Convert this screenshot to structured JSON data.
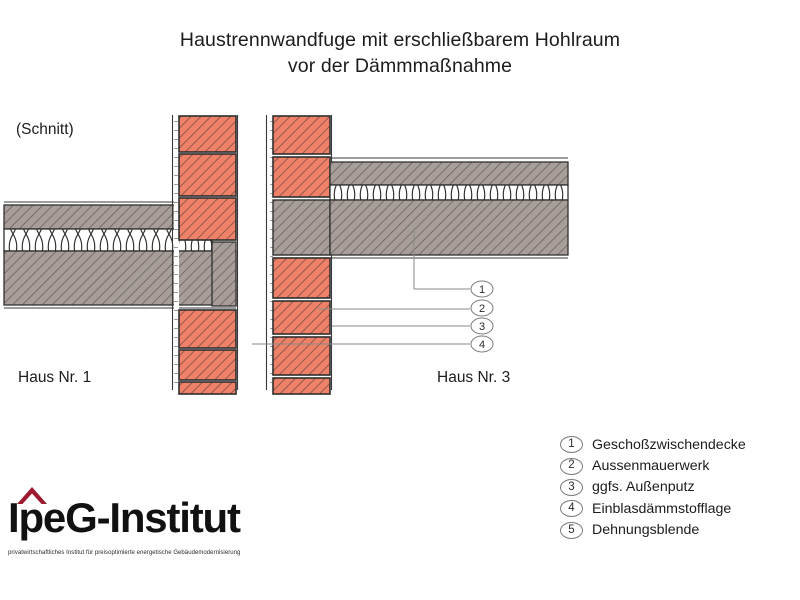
{
  "title": {
    "line1": "Haustrennwandfuge mit erschließbarem Hohlraum",
    "line2": "vor der Dämmmaßnahme"
  },
  "plan": {
    "section_note": "(Schnitt)",
    "house_left": "Haus Nr. 1",
    "house_right": "Haus Nr. 3"
  },
  "callouts": [
    {
      "num": "1"
    },
    {
      "num": "2"
    },
    {
      "num": "3"
    },
    {
      "num": "4"
    }
  ],
  "legend": {
    "items": [
      {
        "num": "1",
        "label": "Geschoßzwischendecke"
      },
      {
        "num": "2",
        "label": "Aussenmauerwerk"
      },
      {
        "num": "3",
        "label": "ggfs. Außenputz"
      },
      {
        "num": "4",
        "label": "Einblasdämmstofflage"
      },
      {
        "num": "5",
        "label": "Dehnungsblende"
      }
    ]
  },
  "logo": {
    "name_part1": "IpeG",
    "name_dash": "-",
    "name_part2": "Institut",
    "tagline": "privatwirtschaftliches Institut für preisoptimierte energetische Gebäudemodernisierung"
  },
  "colors": {
    "brick_fill": "#ef8168",
    "brick_hatch": "#6e4a40",
    "brick_outline": "#2f2f2f",
    "slab_fill": "#a79e99",
    "slab_hatch": "#5d5550",
    "slab_outline": "#2f2f2f",
    "insulation_line": "#2b2b2b",
    "leader_line": "#8a8a8a",
    "logo_roof": "#9e1b2f",
    "background": "#ffffff"
  }
}
